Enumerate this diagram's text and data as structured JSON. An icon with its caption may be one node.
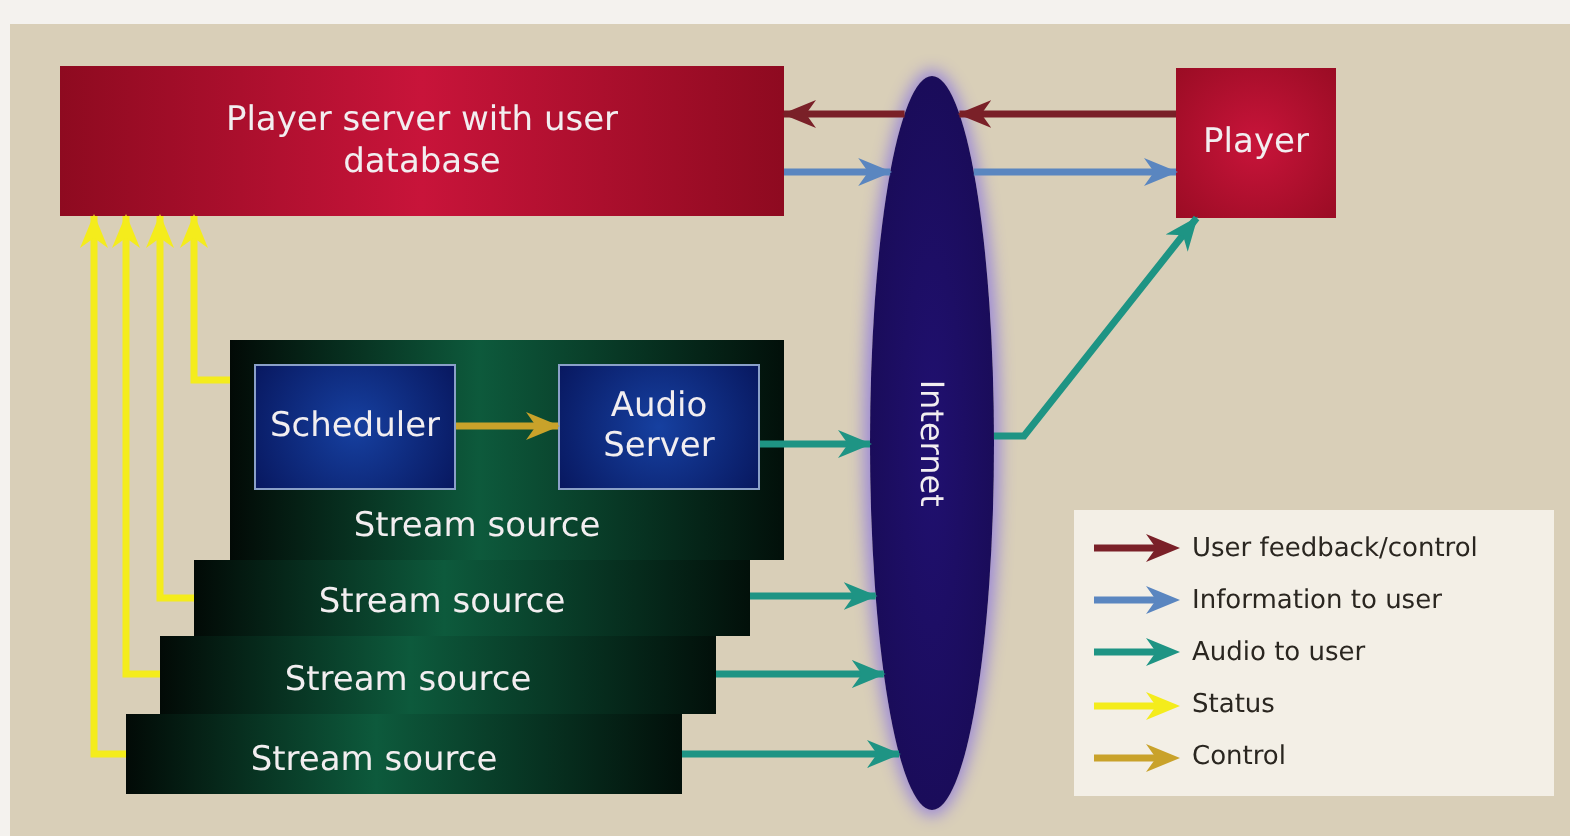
{
  "diagram": {
    "nodes": [
      {
        "text": [
          "Player server with user database"
        ]
      },
      {
        "text": [
          "Internet"
        ]
      },
      {
        "text": [
          "Player"
        ]
      },
      {
        "text": [
          "Stream source"
        ]
      },
      {
        "text": [
          "Scheduler"
        ],
        "in": 3
      },
      {
        "text": [
          "Audio Server"
        ],
        "in": 3
      },
      {
        "text": [
          "Stream source"
        ]
      },
      {
        "text": [
          "Stream source"
        ]
      },
      {
        "text": [
          "Stream source"
        ]
      }
    ],
    "edges": [
      {
        "from": 2,
        "to": 1,
        "arrow": "to",
        "color": "#7a2028"
      },
      {
        "from": 1,
        "to": 0,
        "arrow": "to",
        "color": "#7a2028"
      },
      {
        "from": 0,
        "to": 1,
        "arrow": "to",
        "color": "#5a86c0"
      },
      {
        "from": 1,
        "to": 2,
        "arrow": "to",
        "color": "#5a86c0"
      },
      {
        "from": 4,
        "to": 5,
        "arrow": "to",
        "color": "#c9a22a"
      },
      {
        "from": 5,
        "to": 1,
        "arrow": "to",
        "color": "#1e9484"
      },
      {
        "from": 6,
        "to": 1,
        "arrow": "to",
        "color": "#1e9484"
      },
      {
        "from": 7,
        "to": 1,
        "arrow": "to",
        "color": "#1e9484"
      },
      {
        "from": 8,
        "to": 1,
        "arrow": "to",
        "color": "#1e9484"
      },
      {
        "from": 1,
        "to": 2,
        "arrow": "to",
        "color": "#1e9484"
      },
      {
        "from": 3,
        "to": 0,
        "arrow": "to",
        "color": "#f4ec1c"
      },
      {
        "from": 6,
        "to": 0,
        "arrow": "to",
        "color": "#f4ec1c"
      },
      {
        "from": 7,
        "to": 0,
        "arrow": "to",
        "color": "#f4ec1c"
      },
      {
        "from": 8,
        "to": 0,
        "arrow": "to",
        "color": "#f4ec1c"
      }
    ],
    "legend": [
      {
        "text": "User feedback/control"
      },
      {
        "text": "Information to user"
      },
      {
        "text": "Audio to user"
      },
      {
        "text": "Status"
      },
      {
        "text": "Control"
      }
    ]
  }
}
